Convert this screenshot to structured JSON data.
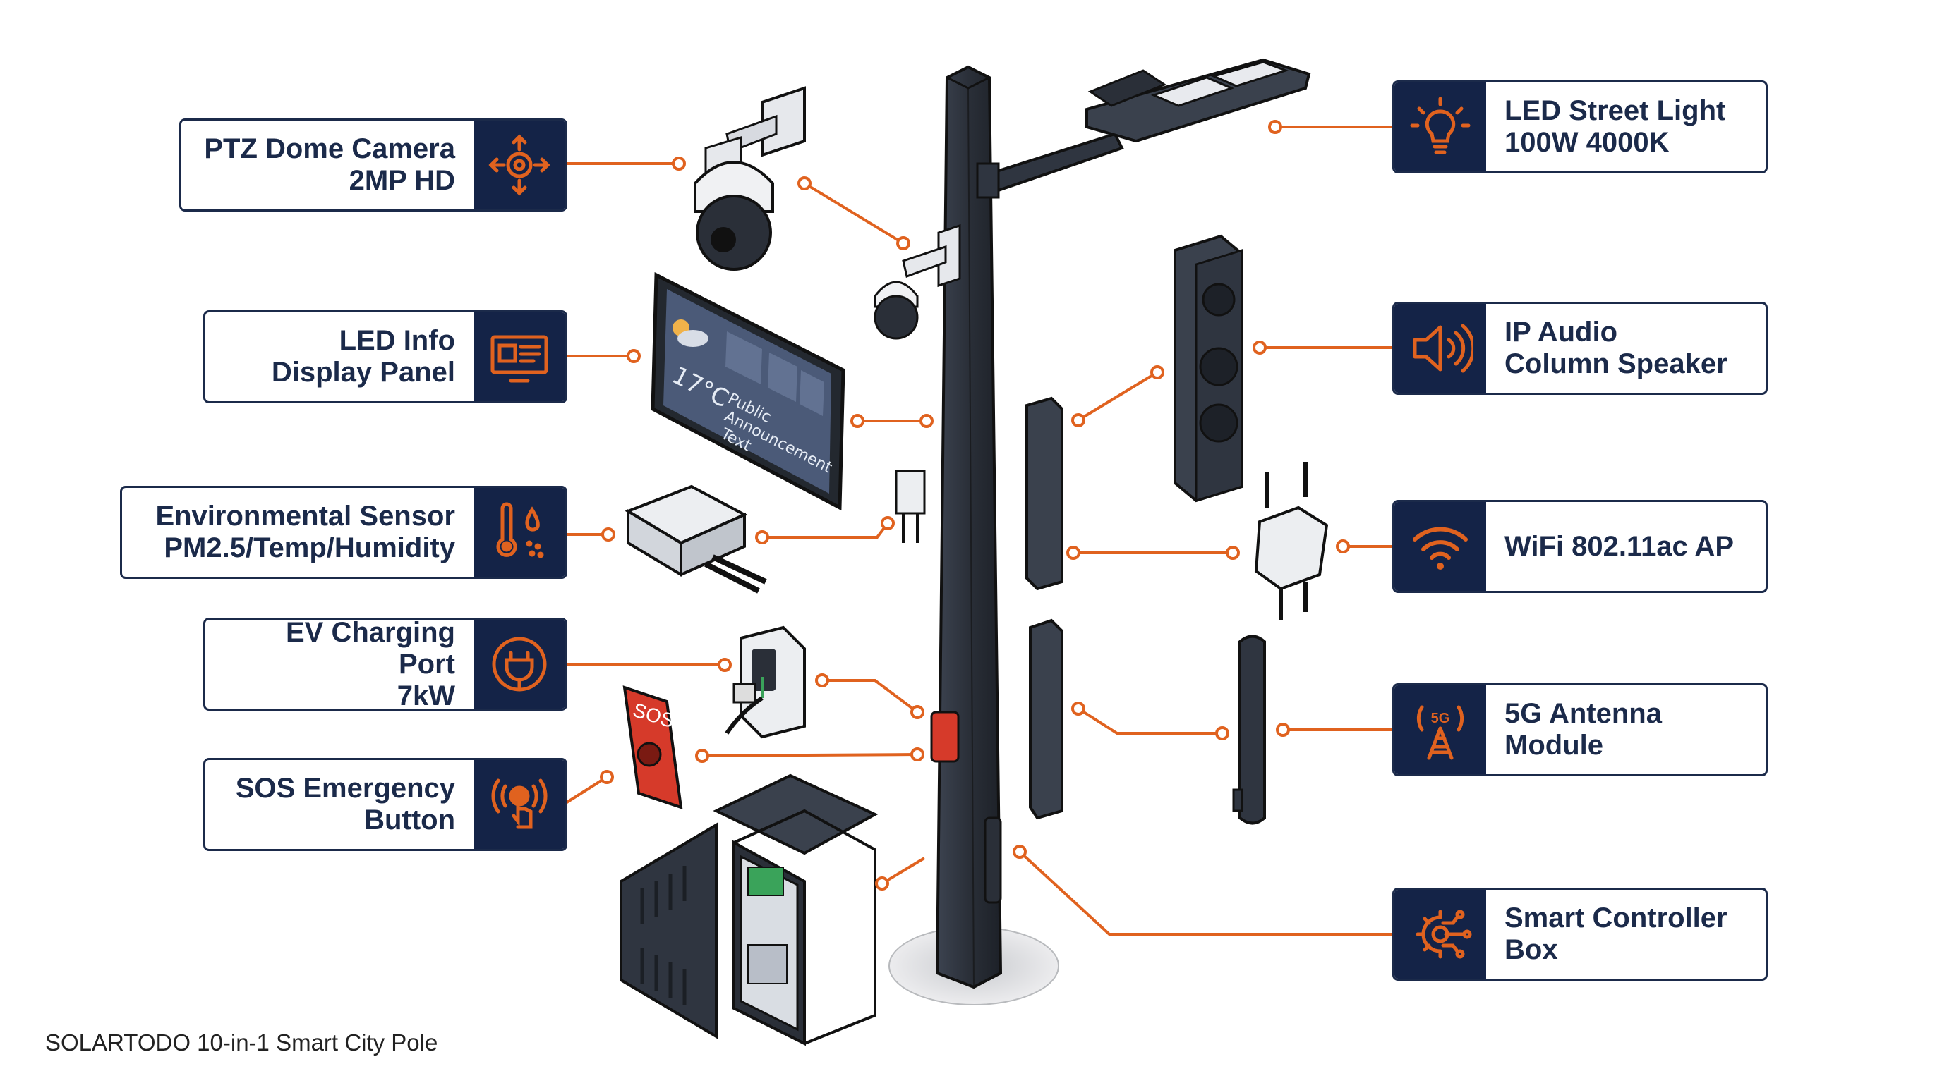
{
  "caption": "SOLARTODO 10-in-1 Smart City Pole",
  "colors": {
    "navy": "#142347",
    "orange": "#e0621f",
    "pole": "#2f3540",
    "sos": "#d63a2a"
  },
  "left_labels": [
    {
      "line1": "PTZ Dome Camera",
      "line2": "2MP HD",
      "icon": "ptz-camera-icon"
    },
    {
      "line1": "LED Info",
      "line2": "Display Panel",
      "icon": "display-panel-icon"
    },
    {
      "line1": "Environmental Sensor",
      "line2": "PM2.5/Temp/Humidity",
      "icon": "thermometer-droplet-icon"
    },
    {
      "line1": "EV Charging Port",
      "line2": "7kW",
      "icon": "plug-icon"
    },
    {
      "line1": "SOS Emergency",
      "line2": "Button",
      "icon": "press-button-icon"
    }
  ],
  "right_labels": [
    {
      "line1": "LED Street Light",
      "line2": "100W 4000K",
      "icon": "lightbulb-icon"
    },
    {
      "line1": "IP Audio",
      "line2": "Column Speaker",
      "icon": "speaker-icon"
    },
    {
      "line1": "WiFi 802.11ac AP",
      "line2": "",
      "icon": "wifi-icon"
    },
    {
      "line1": "5G Antenna",
      "line2": "Module",
      "icon": "antenna-5g-icon"
    },
    {
      "line1": "Smart Controller",
      "line2": "Box",
      "icon": "gear-circuit-icon"
    }
  ],
  "display_screen": {
    "temperature": "17°C",
    "announcement_line1": "Public",
    "announcement_line2": "Announcement",
    "announcement_line3": "Text"
  },
  "sos_text": "SOS",
  "antenna_badge": "5G"
}
